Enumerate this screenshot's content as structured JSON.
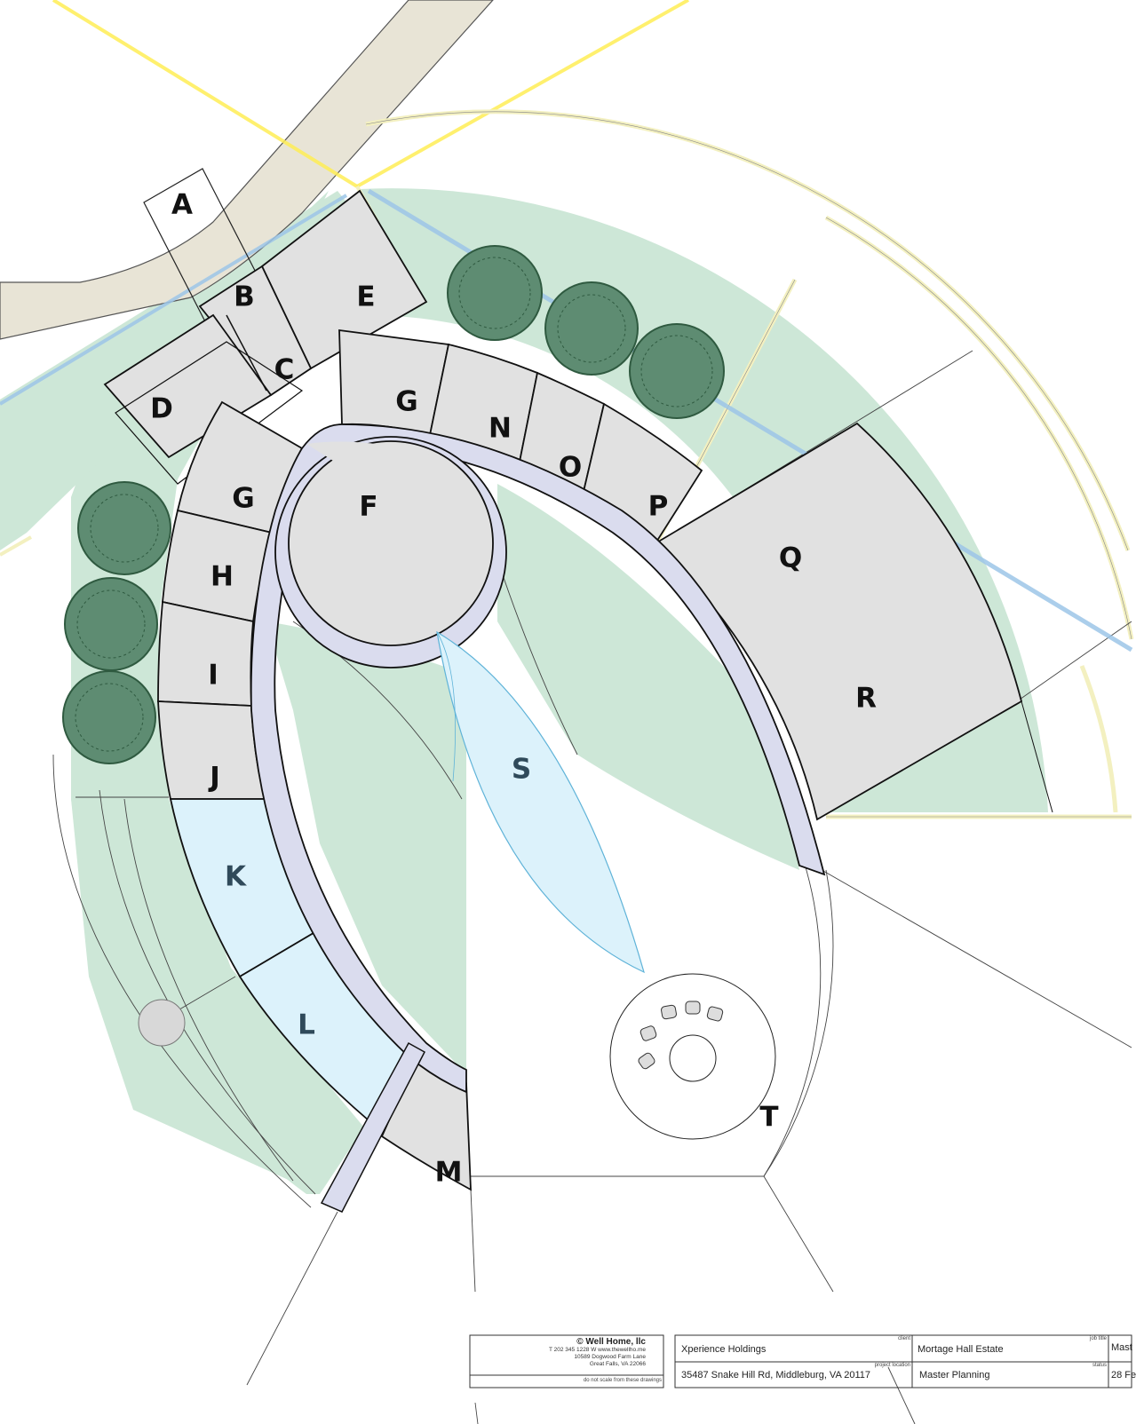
{
  "zones": {
    "A": "A",
    "B": "B",
    "C": "C",
    "D": "D",
    "E": "E",
    "F": "F",
    "G_upper": "G",
    "G_lower": "G",
    "H": "H",
    "I": "I",
    "J": "J",
    "K": "K",
    "L": "L",
    "M": "M",
    "N": "N",
    "O": "O",
    "P": "P",
    "Q": "Q",
    "R": "R",
    "S": "S",
    "T": "T"
  },
  "title_block": {
    "firm_name": "© Well Home, llc",
    "firm_contact": [
      "T 202 345 1228  W www.thewellho.me",
      "10589 Dogwood Farm Lane",
      "Great Falls, VA 22066"
    ],
    "disclaimer": "do not scale from these drawings",
    "client_label": "client",
    "client": "Xperience Holdings",
    "project_location_label": "project location",
    "project_location": "35487 Snake Hill Rd, Middleburg, VA 20117",
    "project": "Mortage Hall Estate",
    "job_title_label": "job title",
    "job_title": "Mast",
    "status_label": "status",
    "status": "Master Planning",
    "date": "28 Fe"
  },
  "colors": {
    "lawn_green": "#cde7d7",
    "building_gray": "#e1e1e1",
    "path_lavender": "#dadcee",
    "water_blue": "#dcf2fb",
    "road_beige": "#e8e4d6",
    "sun_line_yellow": "#ffee55",
    "property_line_blue": "#9dc6e8",
    "tree_green": "#3b6a50"
  }
}
